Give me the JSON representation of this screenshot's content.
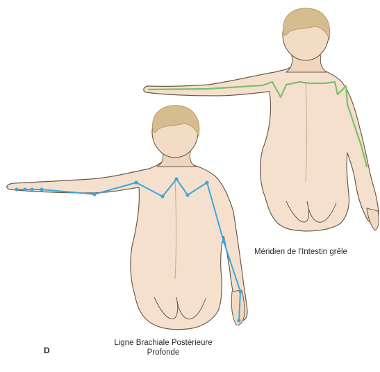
{
  "figure": {
    "panel_letter": "D",
    "captions": {
      "small_intestine_meridian": "Méridien de l'Intestin grêle",
      "deep_back_arm_line_1": "Ligne Brachiale Postérieure",
      "deep_back_arm_line_2": "Profonde"
    }
  },
  "colors": {
    "skin": "#f4e0cc",
    "skin_shade": "#e8c9ac",
    "outline": "#6a5a4c",
    "hair": "#d6bd8f",
    "hair_shade": "#b99c6a",
    "meridian_green": "#7cbf6e",
    "line_blue": "#3aa7dc"
  },
  "figures": [
    {
      "name": "back-figure-right",
      "line": "small-intestine-meridian"
    },
    {
      "name": "back-figure-left",
      "line": "deep-back-arm-line"
    }
  ]
}
